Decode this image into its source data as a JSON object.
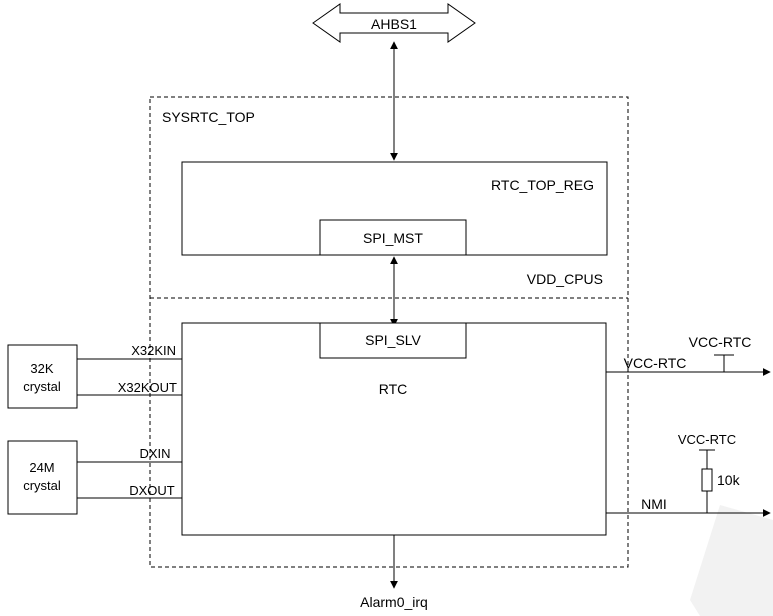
{
  "labels": {
    "bus": "AHBS1",
    "top_region": "SYSRTC_TOP",
    "reg_block": "RTC_TOP_REG",
    "spi_master": "SPI_MST",
    "power_domain": "VDD_CPUS",
    "spi_slave": "SPI_SLV",
    "rtc_block": "RTC",
    "crystal_32k": [
      "32K",
      "crystal"
    ],
    "crystal_24m": [
      "24M",
      "crystal"
    ],
    "pin_x32kin": "X32KIN",
    "pin_x32kout": "X32KOUT",
    "pin_dxin": "DXIN",
    "pin_dxout": "DXOUT",
    "vcc_rtc_supply": "VCC-RTC",
    "vcc_rtc_signal": "VCC-RTC",
    "vcc_rtc_pullup": "VCC-RTC",
    "resistor_value": "10k",
    "nmi_signal": "NMI",
    "alarm_signal": "Alarm0_irq"
  },
  "colors": {
    "line": "#000000",
    "background": "#ffffff",
    "watermark": "#f2f2f2"
  }
}
